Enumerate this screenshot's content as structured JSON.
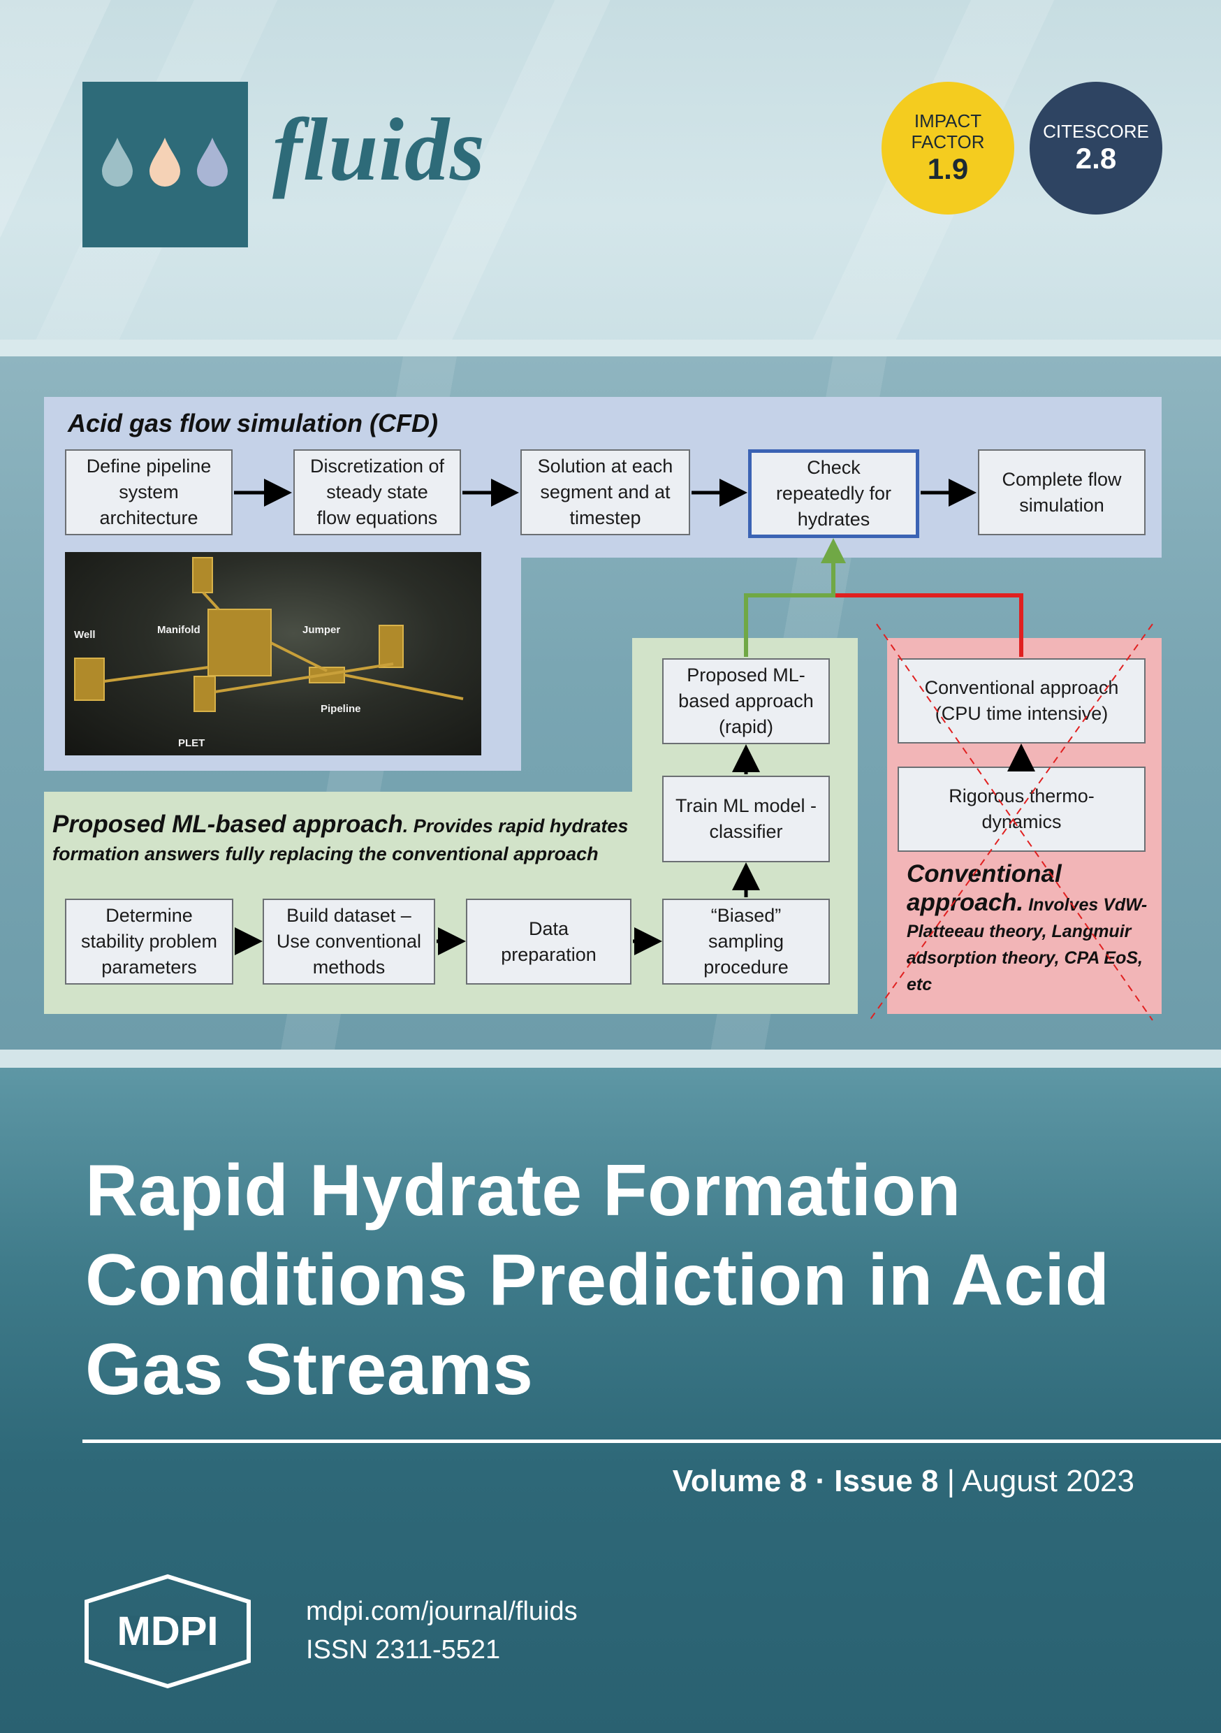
{
  "journal": {
    "name": "fluids"
  },
  "metrics": {
    "impact_label_1": "IMPACT",
    "impact_label_2": "FACTOR",
    "impact_value": "1.9",
    "citescore_label": "CITESCORE",
    "citescore_value": "2.8"
  },
  "diagram": {
    "cfd_title": "Acid gas flow simulation (CFD)",
    "cfd_steps": [
      [
        "Define pipeline",
        "system",
        "architecture"
      ],
      [
        "Discretization of",
        "steady state",
        "flow equations"
      ],
      [
        "Solution at each",
        "segment and at",
        "timestep"
      ],
      [
        "Check",
        "repeatedly for",
        "hydrates"
      ],
      [
        "Complete flow",
        "simulation"
      ]
    ],
    "image_labels": [
      "Well",
      "Manifold",
      "Jumper",
      "Pipeline",
      "PLET"
    ],
    "ml_title_main": "Proposed ML-based approach",
    "ml_title_rest": ". Provides rapid hydrates formation answers fully replacing the conventional approach",
    "ml_steps": [
      [
        "Determine",
        "stability problem",
        "parameters"
      ],
      [
        "Build dataset –",
        "Use conventional",
        "methods"
      ],
      [
        "Data",
        "preparation"
      ],
      [
        "“Biased”",
        "sampling",
        "procedure"
      ],
      [
        "Train ML model -",
        "classifier"
      ],
      [
        "Proposed ML-",
        "based approach",
        "(rapid)"
      ]
    ],
    "conv_boxes": [
      [
        "Conventional approach",
        "(CPU time intensive)"
      ],
      [
        "Rigorous thermo-",
        "dynamics"
      ]
    ],
    "conv_title_main": "Conventional approach.",
    "conv_title_rest": " Involves VdW-Platteeau theory, Langmuir adsorption theory, CPA EoS, etc"
  },
  "cover": {
    "title": "Rapid Hydrate Formation Conditions Prediction in Acid Gas Streams",
    "volume": "Volume 8",
    "separator": "·",
    "issue": "Issue 8",
    "bar": "|",
    "date": "August 2023"
  },
  "publisher": {
    "logo_text": "MDPI",
    "url": "mdpi.com/journal/fluids",
    "issn": "ISSN 2311-5521"
  },
  "colors": {
    "brand_teal": "#2e6b79",
    "impact_yellow": "#f4cc1f",
    "citescore_navy": "#2e4462",
    "arrow_green": "#70a845",
    "arrow_red": "#e02020"
  }
}
